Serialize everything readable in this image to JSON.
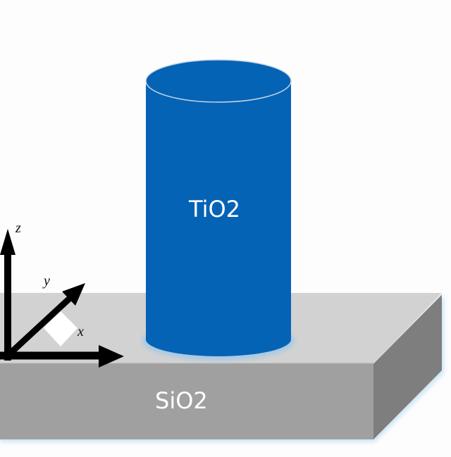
{
  "diagram": {
    "type": "3d-schematic",
    "components": [
      {
        "name": "pillar",
        "label": "TiO2",
        "shape": "cylinder",
        "color": "#0563b5"
      },
      {
        "name": "substrate",
        "label": "SiO2",
        "shape": "rectangular-slab",
        "colors": {
          "top": "#d2d2d2",
          "front": "#a0a0a0",
          "side": "#7e7e7e"
        }
      }
    ],
    "axes": {
      "z_label": "z",
      "y_label": "y",
      "x_label": "x",
      "color": "#000000"
    }
  },
  "labels": {
    "pillar": "TiO2",
    "substrate": "SiO2"
  },
  "colors": {
    "background": "#fdfdfe",
    "pillar_fill": "#0563b5",
    "pillar_rim": "#c9d6e4",
    "slab_top": "#d2d2d2",
    "slab_front": "#a0a0a0",
    "slab_side": "#7e7e7e",
    "glow": "#bcdcf2"
  }
}
